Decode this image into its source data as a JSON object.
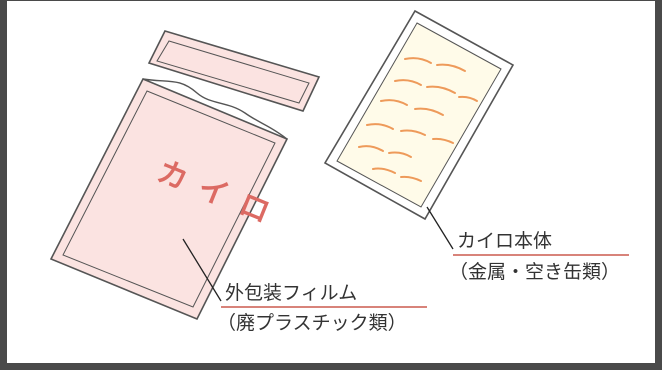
{
  "wrapper_label": {
    "product_text": "カイロ",
    "line1": "外包装フィルム",
    "line2": "（廃プラスチック類）"
  },
  "body_label": {
    "line1": "カイロ本体",
    "line2": "（金属・空き缶類）"
  },
  "colors": {
    "frame": "#4a4a4a",
    "outline": "#555555",
    "wrapper_fill": "#fbe3e1",
    "body_fill": "#fffbe9",
    "product_text": "#dc6a63",
    "powder_stroke": "#ee9a5a",
    "leader_line": "#222222",
    "underline": "#c0392b",
    "label_text": "#333333"
  }
}
